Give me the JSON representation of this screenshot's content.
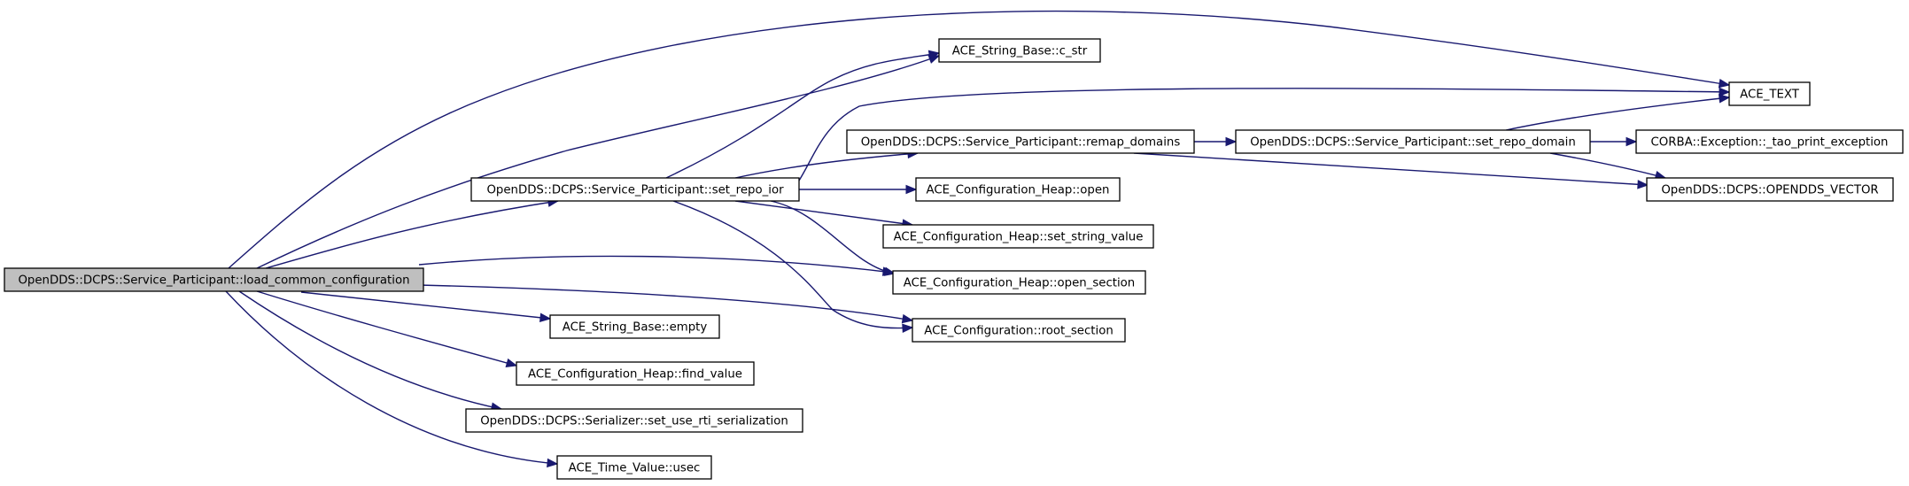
{
  "diagram": {
    "nodes": [
      {
        "id": "load_common",
        "label": "OpenDDS::DCPS::Service_Participant::load_common_configuration",
        "root": true
      },
      {
        "id": "set_repo_ior",
        "label": "OpenDDS::DCPS::Service_Participant::set_repo_ior"
      },
      {
        "id": "c_str",
        "label": "ACE_String_Base::c_str"
      },
      {
        "id": "ace_text",
        "label": "ACE_TEXT"
      },
      {
        "id": "remap_domains",
        "label": "OpenDDS::DCPS::Service_Participant::remap_domains"
      },
      {
        "id": "set_repo_domain",
        "label": "OpenDDS::DCPS::Service_Participant::set_repo_domain"
      },
      {
        "id": "tao_print",
        "label": "CORBA::Exception::_tao_print_exception"
      },
      {
        "id": "heap_open",
        "label": "ACE_Configuration_Heap::open"
      },
      {
        "id": "opendds_vector",
        "label": "OpenDDS::DCPS::OPENDDS_VECTOR"
      },
      {
        "id": "set_string_value",
        "label": "ACE_Configuration_Heap::set_string_value"
      },
      {
        "id": "open_section",
        "label": "ACE_Configuration_Heap::open_section"
      },
      {
        "id": "root_section",
        "label": "ACE_Configuration::root_section"
      },
      {
        "id": "empty",
        "label": "ACE_String_Base::empty"
      },
      {
        "id": "find_value",
        "label": "ACE_Configuration_Heap::find_value"
      },
      {
        "id": "set_use_rti",
        "label": "OpenDDS::DCPS::Serializer::set_use_rti_serialization"
      },
      {
        "id": "usec",
        "label": "ACE_Time_Value::usec"
      }
    ],
    "edges": [
      {
        "from": "load_common",
        "to": "ace_text"
      },
      {
        "from": "load_common",
        "to": "c_str"
      },
      {
        "from": "load_common",
        "to": "set_repo_ior"
      },
      {
        "from": "load_common",
        "to": "open_section"
      },
      {
        "from": "load_common",
        "to": "root_section"
      },
      {
        "from": "load_common",
        "to": "empty"
      },
      {
        "from": "load_common",
        "to": "find_value"
      },
      {
        "from": "load_common",
        "to": "set_use_rti"
      },
      {
        "from": "load_common",
        "to": "usec"
      },
      {
        "from": "set_repo_ior",
        "to": "c_str"
      },
      {
        "from": "set_repo_ior",
        "to": "ace_text"
      },
      {
        "from": "set_repo_ior",
        "to": "remap_domains"
      },
      {
        "from": "set_repo_ior",
        "to": "heap_open"
      },
      {
        "from": "set_repo_ior",
        "to": "set_string_value"
      },
      {
        "from": "set_repo_ior",
        "to": "open_section"
      },
      {
        "from": "set_repo_ior",
        "to": "root_section"
      },
      {
        "from": "remap_domains",
        "to": "set_repo_domain"
      },
      {
        "from": "remap_domains",
        "to": "opendds_vector"
      },
      {
        "from": "set_repo_domain",
        "to": "ace_text"
      },
      {
        "from": "set_repo_domain",
        "to": "tao_print"
      },
      {
        "from": "set_repo_domain",
        "to": "opendds_vector"
      }
    ]
  }
}
